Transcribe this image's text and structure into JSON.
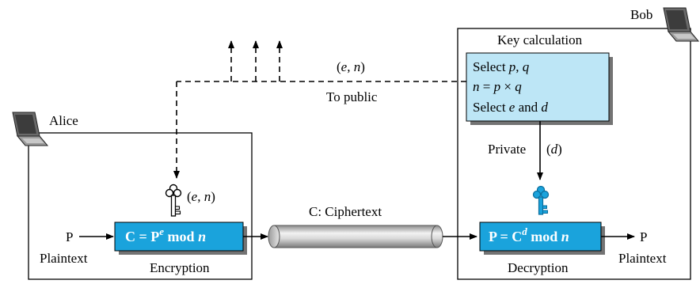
{
  "alice": {
    "name": "Alice"
  },
  "bob": {
    "name": "Bob"
  },
  "key_calculation": {
    "title": "Key calculation",
    "line1": {
      "text": "Select ",
      "p": "p",
      "comma": ", ",
      "q": "q"
    },
    "line2": {
      "n": "n",
      "eq": " = ",
      "p": "p",
      "times": " × ",
      "q": "q"
    },
    "line3": {
      "text": "Select ",
      "e": "e",
      "and": " and ",
      "d": "d"
    }
  },
  "public_key": {
    "open": "(",
    "e": "e",
    "comma": ", ",
    "n": "n",
    "close": ")",
    "label": "To public"
  },
  "private_key": {
    "label": "Private",
    "open": "(",
    "d": "d",
    "close": ")"
  },
  "alice_key": {
    "open": "(",
    "e": "e",
    "comma": ", ",
    "n": "n",
    "close": ")"
  },
  "encryption": {
    "formula": {
      "lhs": "C = P",
      "exp": "e",
      "mod": " mod ",
      "n": "n"
    },
    "label": "Encryption",
    "input": "P",
    "input_label": "Plaintext"
  },
  "decryption": {
    "formula": {
      "lhs": "P = C",
      "exp": "d",
      "mod": " mod ",
      "n": "n"
    },
    "label": "Decryption",
    "output": "P",
    "output_label": "Plaintext"
  },
  "channel": {
    "label": "C: Ciphertext"
  },
  "colors": {
    "formula_box": "#1aa3dc",
    "key_calc_box": "#bde6f6",
    "key_blue": "#1aa3dc",
    "pipe_light": "#eeeeee",
    "pipe_dark": "#8a8a8a"
  }
}
